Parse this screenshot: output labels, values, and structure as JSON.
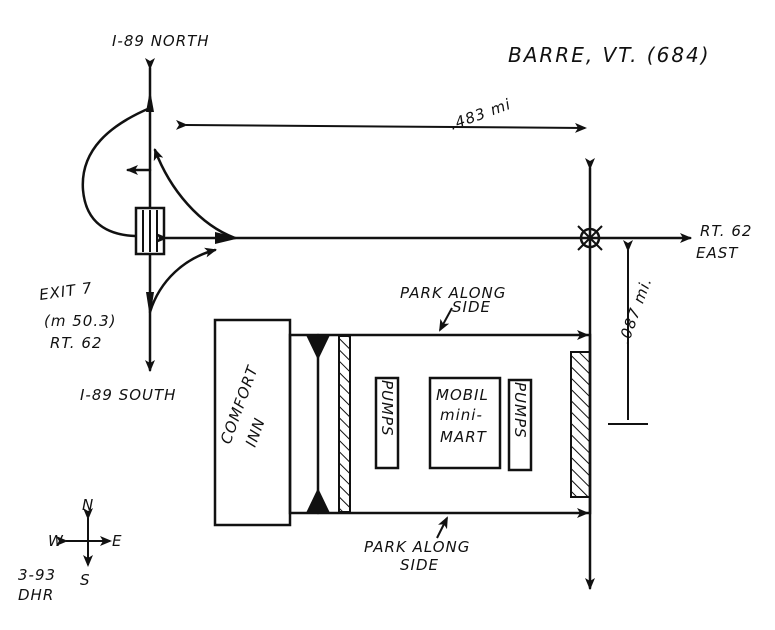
{
  "title": "BARRE, VT. (684)",
  "interstate": {
    "north": "I-89 NORTH",
    "south": "I-89 SOUTH"
  },
  "exit": {
    "line1": "EXIT 7",
    "line2": "(m 50.3)",
    "line3": "RT. 62"
  },
  "route": {
    "line1": "RT. 62",
    "line2": "EAST"
  },
  "distances": {
    "horizontal": ".483 mi",
    "vertical": ".087 mi."
  },
  "parking": {
    "top_line1": "PARK ALONG",
    "top_line2": "SIDE",
    "bottom_line1": "PARK ALONG",
    "bottom_line2": "SIDE"
  },
  "buildings": {
    "hotel_line1": "COMFORT",
    "hotel_line2": "INN",
    "mart_line1": "MOBIL",
    "mart_line2": "mini-",
    "mart_line3": "MART",
    "pumps": "PUMPS"
  },
  "compass": {
    "n": "N",
    "s": "S",
    "e": "E",
    "w": "W"
  },
  "footer": {
    "date": "3-93",
    "initials": "DHR"
  }
}
